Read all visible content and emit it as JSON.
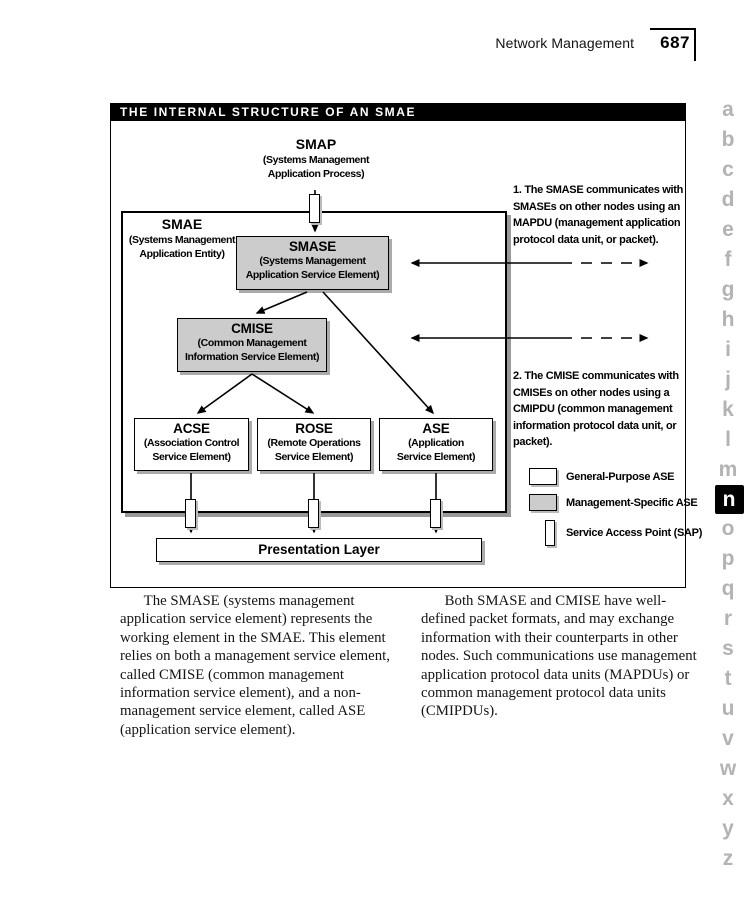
{
  "header": {
    "section_title": "Network Management",
    "page_number": "687"
  },
  "figure": {
    "title": "THE INTERNAL STRUCTURE OF AN SMAE",
    "nodes": {
      "smap": {
        "abbr": "SMAP",
        "sub1": "(Systems Management",
        "sub2": "Application Process)"
      },
      "smae": {
        "abbr": "SMAE",
        "sub1": "(Systems Management",
        "sub2": "Application Entity)"
      },
      "smase": {
        "abbr": "SMASE",
        "sub1": "(Systems Management",
        "sub2": "Application Service Element)"
      },
      "cmise": {
        "abbr": "CMISE",
        "sub1": "(Common Management",
        "sub2": "Information Service Element)"
      },
      "acse": {
        "abbr": "ACSE",
        "sub1": "(Association Control",
        "sub2": "Service Element)"
      },
      "rose": {
        "abbr": "ROSE",
        "sub1": "(Remote Operations",
        "sub2": "Service Element)"
      },
      "ase": {
        "abbr": "ASE",
        "sub1": "(Application",
        "sub2": "Service Element)"
      },
      "presentation_layer": {
        "label": "Presentation Layer"
      }
    },
    "notes": {
      "note1": "1. The SMASE communicates with SMASEs on other nodes using an MAPDU (management application protocol data unit, or packet).",
      "note2": "2. The CMISE communicates with CMISEs on other nodes using a CMIPDU (common management information protocol data unit, or packet)."
    },
    "legend": {
      "general_purpose": "General-Purpose ASE",
      "management_specific": "Management-Specific ASE",
      "sap": "Service Access Point (SAP)"
    },
    "colors": {
      "title_bar_bg": "#000000",
      "management_specific_fill": "#cccccc",
      "general_purpose_fill": "#ffffff",
      "sidebar_letter_gray": "#b3b3b3",
      "active_tab_bg": "#000000"
    }
  },
  "body_text": {
    "paragraph1": "The SMASE (systems management application service element) represents the working element in the SMAE. This element relies on both a management service element, called CMISE (common management information service element), and a non-management service element, called ASE (application service element).",
    "paragraph2": "Both SMASE and CMISE have well-defined packet formats, and may exchange information with their counterparts in other nodes. Such communications use management application protocol data units (MAPDUs) or common management protocol data units (CMIPDUs)."
  },
  "sidebar": {
    "letters": [
      "a",
      "b",
      "c",
      "d",
      "e",
      "f",
      "g",
      "h",
      "i",
      "j",
      "k",
      "l",
      "m",
      "n",
      "o",
      "p",
      "q",
      "r",
      "s",
      "t",
      "u",
      "v",
      "w",
      "x",
      "y",
      "z"
    ],
    "active_letter": "n"
  }
}
